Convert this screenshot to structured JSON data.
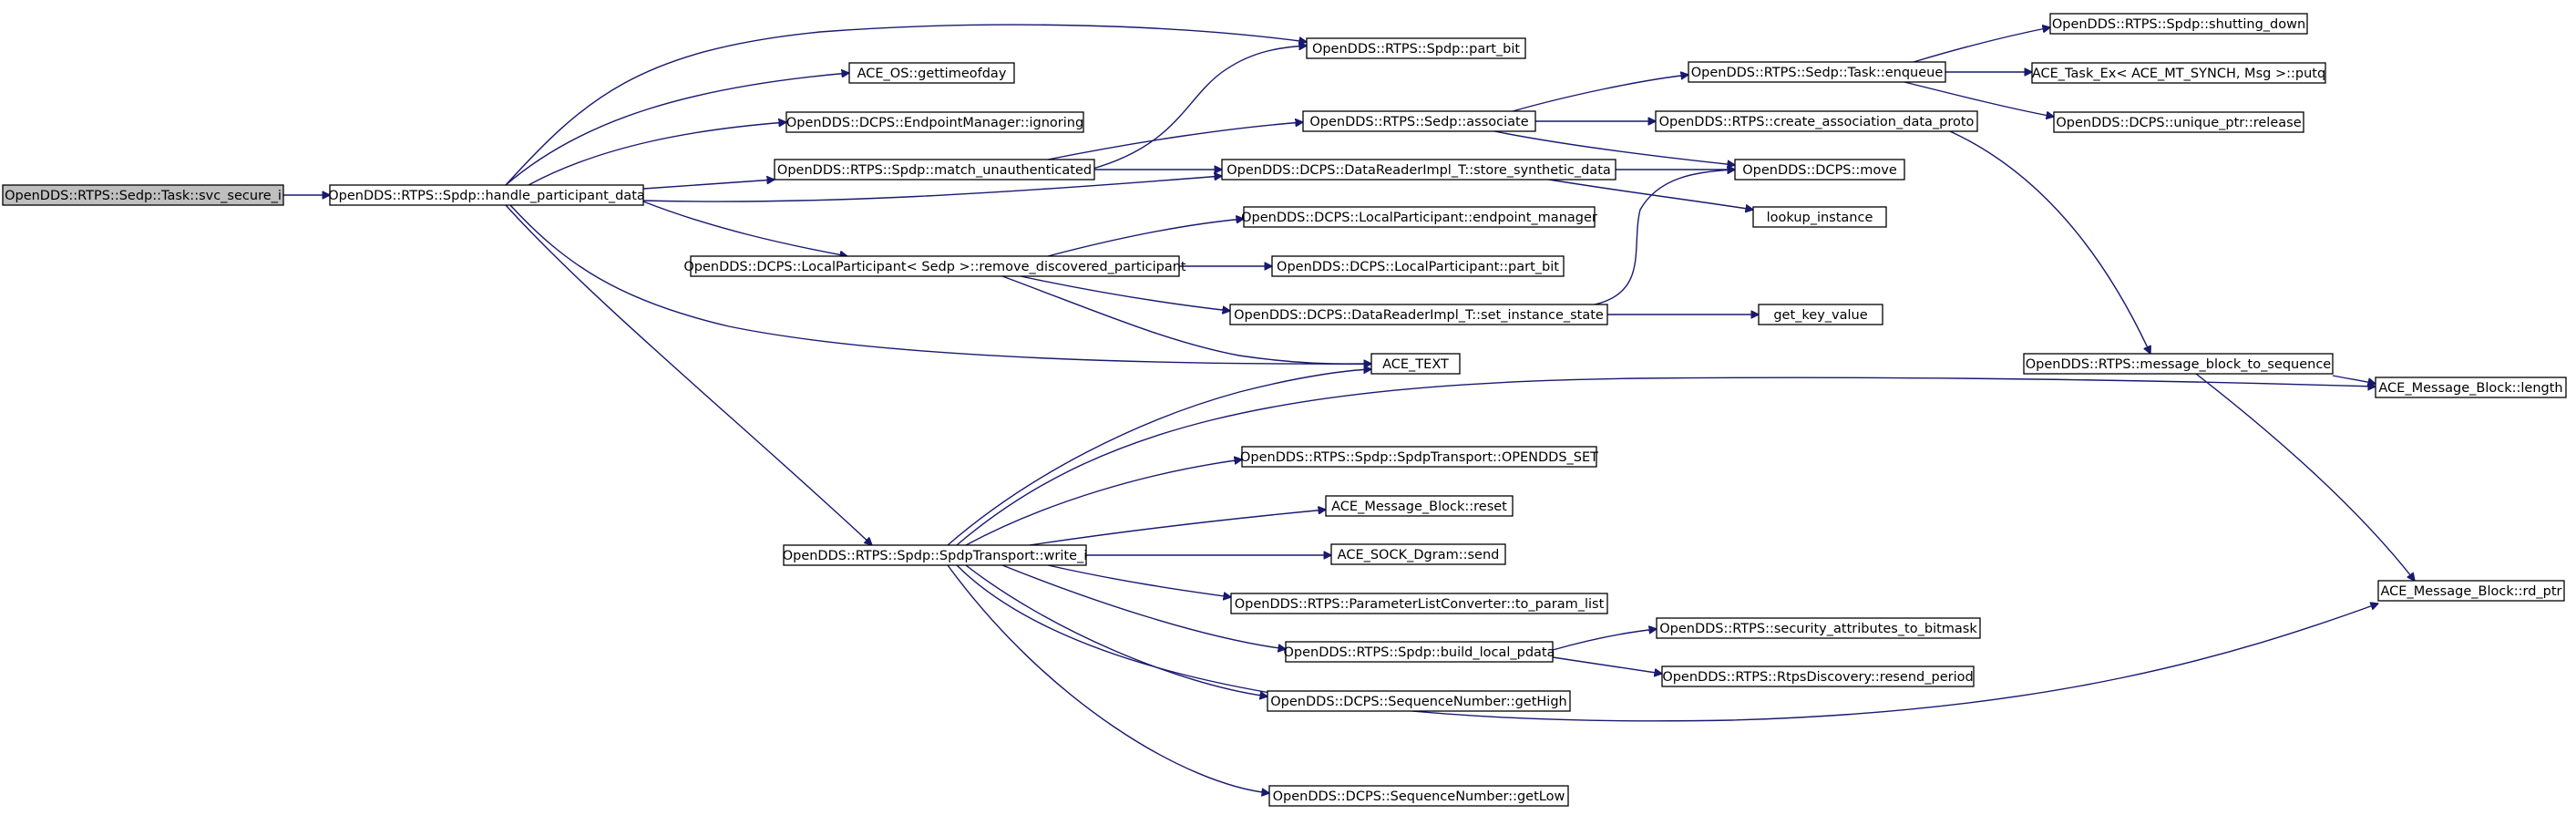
{
  "diagram": {
    "nodes": [
      {
        "id": "svc_secure_i",
        "label": "OpenDDS::RTPS::Sedp::Task::svc_secure_i",
        "root": true
      },
      {
        "id": "handle_participant_data",
        "label": "OpenDDS::RTPS::Spdp::handle_participant_data"
      },
      {
        "id": "gettimeofday",
        "label": "ACE_OS::gettimeofday"
      },
      {
        "id": "ignoring",
        "label": "OpenDDS::DCPS::EndpointManager::ignoring"
      },
      {
        "id": "match_unauthenticated",
        "label": "OpenDDS::RTPS::Spdp::match_unauthenticated"
      },
      {
        "id": "remove_discovered_participant",
        "label": "OpenDDS::DCPS::LocalParticipant< Sedp >::remove_discovered_participant"
      },
      {
        "id": "write_i",
        "label": "OpenDDS::RTPS::Spdp::SpdpTransport::write_i"
      },
      {
        "id": "spdp_part_bit",
        "label": "OpenDDS::RTPS::Spdp::part_bit"
      },
      {
        "id": "associate",
        "label": "OpenDDS::RTPS::Sedp::associate"
      },
      {
        "id": "store_synthetic_data",
        "label": "OpenDDS::DCPS::DataReaderImpl_T::store_synthetic_data"
      },
      {
        "id": "endpoint_manager",
        "label": "OpenDDS::DCPS::LocalParticipant::endpoint_manager"
      },
      {
        "id": "lp_part_bit",
        "label": "OpenDDS::DCPS::LocalParticipant::part_bit"
      },
      {
        "id": "set_instance_state",
        "label": "OpenDDS::DCPS::DataReaderImpl_T::set_instance_state"
      },
      {
        "id": "ace_text",
        "label": "ACE_TEXT"
      },
      {
        "id": "opendds_set",
        "label": "OpenDDS::RTPS::Spdp::SpdpTransport::OPENDDS_SET"
      },
      {
        "id": "mb_reset",
        "label": "ACE_Message_Block::reset"
      },
      {
        "id": "dgram_send",
        "label": "ACE_SOCK_Dgram::send"
      },
      {
        "id": "to_param_list",
        "label": "OpenDDS::RTPS::ParameterListConverter::to_param_list"
      },
      {
        "id": "build_local_pdata",
        "label": "OpenDDS::RTPS::Spdp::build_local_pdata"
      },
      {
        "id": "get_high",
        "label": "OpenDDS::DCPS::SequenceNumber::getHigh"
      },
      {
        "id": "get_low",
        "label": "OpenDDS::DCPS::SequenceNumber::getLow"
      },
      {
        "id": "enqueue",
        "label": "OpenDDS::RTPS::Sedp::Task::enqueue"
      },
      {
        "id": "create_association_data_proto",
        "label": "OpenDDS::RTPS::create_association_data_proto"
      },
      {
        "id": "dcps_move",
        "label": "OpenDDS::DCPS::move"
      },
      {
        "id": "lookup_instance",
        "label": "lookup_instance"
      },
      {
        "id": "get_key_value",
        "label": "get_key_value"
      },
      {
        "id": "security_attributes_to_bitmask",
        "label": "OpenDDS::RTPS::security_attributes_to_bitmask"
      },
      {
        "id": "resend_period",
        "label": "OpenDDS::RTPS::RtpsDiscovery::resend_period"
      },
      {
        "id": "shutting_down",
        "label": "OpenDDS::RTPS::Spdp::shutting_down"
      },
      {
        "id": "putq",
        "label": "ACE_Task_Ex< ACE_MT_SYNCH, Msg >::putq"
      },
      {
        "id": "unique_ptr_release",
        "label": "OpenDDS::DCPS::unique_ptr::release"
      },
      {
        "id": "message_block_to_sequence",
        "label": "OpenDDS::RTPS::message_block_to_sequence"
      },
      {
        "id": "mb_length",
        "label": "ACE_Message_Block::length"
      },
      {
        "id": "mb_rd_ptr",
        "label": "ACE_Message_Block::rd_ptr"
      }
    ],
    "edges": [
      {
        "from": "svc_secure_i",
        "to": "handle_participant_data"
      },
      {
        "from": "handle_participant_data",
        "to": "spdp_part_bit"
      },
      {
        "from": "handle_participant_data",
        "to": "gettimeofday"
      },
      {
        "from": "handle_participant_data",
        "to": "ignoring"
      },
      {
        "from": "handle_participant_data",
        "to": "match_unauthenticated"
      },
      {
        "from": "handle_participant_data",
        "to": "store_synthetic_data"
      },
      {
        "from": "handle_participant_data",
        "to": "remove_discovered_participant"
      },
      {
        "from": "handle_participant_data",
        "to": "ace_text"
      },
      {
        "from": "handle_participant_data",
        "to": "write_i"
      },
      {
        "from": "match_unauthenticated",
        "to": "spdp_part_bit"
      },
      {
        "from": "match_unauthenticated",
        "to": "associate"
      },
      {
        "from": "match_unauthenticated",
        "to": "store_synthetic_data"
      },
      {
        "from": "associate",
        "to": "enqueue"
      },
      {
        "from": "associate",
        "to": "create_association_data_proto"
      },
      {
        "from": "associate",
        "to": "dcps_move"
      },
      {
        "from": "store_synthetic_data",
        "to": "dcps_move"
      },
      {
        "from": "store_synthetic_data",
        "to": "lookup_instance"
      },
      {
        "from": "remove_discovered_participant",
        "to": "endpoint_manager"
      },
      {
        "from": "remove_discovered_participant",
        "to": "lp_part_bit"
      },
      {
        "from": "remove_discovered_participant",
        "to": "set_instance_state"
      },
      {
        "from": "remove_discovered_participant",
        "to": "ace_text"
      },
      {
        "from": "set_instance_state",
        "to": "dcps_move"
      },
      {
        "from": "set_instance_state",
        "to": "get_key_value"
      },
      {
        "from": "enqueue",
        "to": "shutting_down"
      },
      {
        "from": "enqueue",
        "to": "putq"
      },
      {
        "from": "enqueue",
        "to": "unique_ptr_release"
      },
      {
        "from": "create_association_data_proto",
        "to": "message_block_to_sequence"
      },
      {
        "from": "message_block_to_sequence",
        "to": "mb_length"
      },
      {
        "from": "message_block_to_sequence",
        "to": "mb_rd_ptr"
      },
      {
        "from": "write_i",
        "to": "ace_text"
      },
      {
        "from": "write_i",
        "to": "mb_length"
      },
      {
        "from": "write_i",
        "to": "opendds_set"
      },
      {
        "from": "write_i",
        "to": "mb_reset"
      },
      {
        "from": "write_i",
        "to": "dgram_send"
      },
      {
        "from": "write_i",
        "to": "to_param_list"
      },
      {
        "from": "write_i",
        "to": "build_local_pdata"
      },
      {
        "from": "write_i",
        "to": "get_high"
      },
      {
        "from": "write_i",
        "to": "mb_rd_ptr"
      },
      {
        "from": "write_i",
        "to": "get_low"
      },
      {
        "from": "build_local_pdata",
        "to": "security_attributes_to_bitmask"
      },
      {
        "from": "build_local_pdata",
        "to": "resend_period"
      }
    ]
  }
}
